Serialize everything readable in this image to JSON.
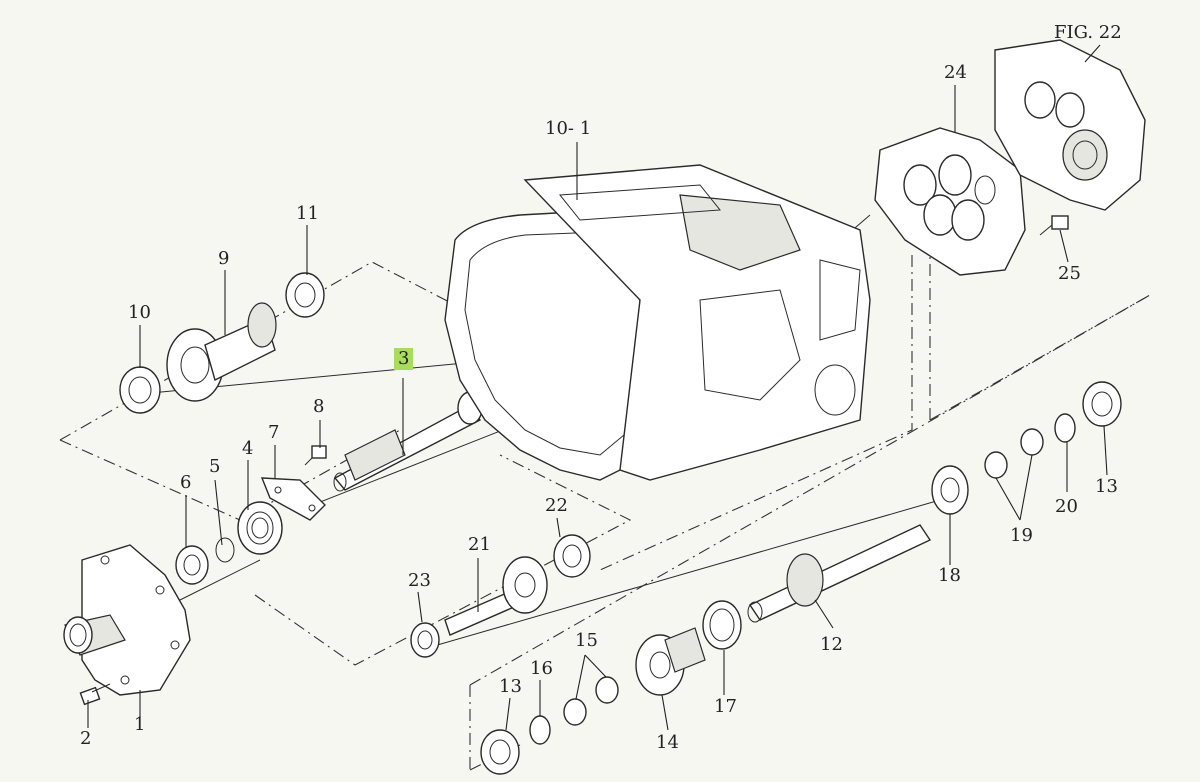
{
  "figure_label": "FIG. 22",
  "highlight_color": "#a9dc5c",
  "callouts": [
    {
      "id": "c1",
      "text": "1"
    },
    {
      "id": "c2",
      "text": "2"
    },
    {
      "id": "c3",
      "text": "3",
      "highlighted": true
    },
    {
      "id": "c4",
      "text": "4"
    },
    {
      "id": "c5",
      "text": "5"
    },
    {
      "id": "c6",
      "text": "6"
    },
    {
      "id": "c7",
      "text": "7"
    },
    {
      "id": "c8",
      "text": "8"
    },
    {
      "id": "c9",
      "text": "9"
    },
    {
      "id": "c10",
      "text": "10"
    },
    {
      "id": "c10-1",
      "text": "10- 1"
    },
    {
      "id": "c11",
      "text": "11"
    },
    {
      "id": "c12",
      "text": "12"
    },
    {
      "id": "c13a",
      "text": "13"
    },
    {
      "id": "c13b",
      "text": "13"
    },
    {
      "id": "c14",
      "text": "14"
    },
    {
      "id": "c15",
      "text": "15"
    },
    {
      "id": "c16",
      "text": "16"
    },
    {
      "id": "c17",
      "text": "17"
    },
    {
      "id": "c18",
      "text": "18"
    },
    {
      "id": "c19",
      "text": "19"
    },
    {
      "id": "c20",
      "text": "20"
    },
    {
      "id": "c21",
      "text": "21"
    },
    {
      "id": "c22",
      "text": "22"
    },
    {
      "id": "c23",
      "text": "23"
    },
    {
      "id": "c24",
      "text": "24"
    },
    {
      "id": "c25",
      "text": "25"
    }
  ]
}
